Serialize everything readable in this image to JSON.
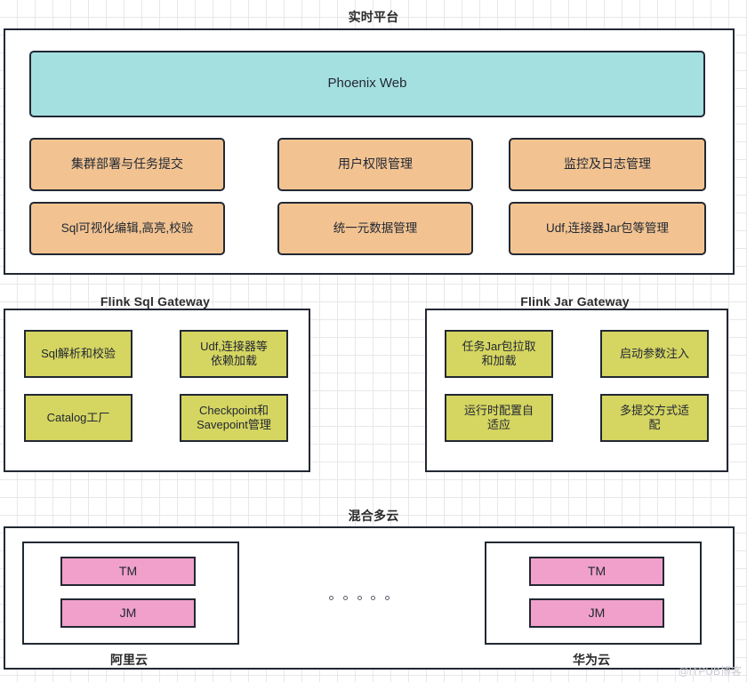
{
  "diagram": {
    "title": "实时平台",
    "watermark": "@ITPUB博客",
    "colors": {
      "stroke": "#222833",
      "web_fill": "#a5e0e0",
      "platform_fill": "#f2c391",
      "gateway_fill": "#d5d561",
      "node_fill": "#f0a0ca",
      "grid": "#e8e8e8",
      "background": "#ffffff"
    }
  },
  "platform": {
    "title": "实时平台",
    "web": {
      "label": "Phoenix Web"
    },
    "modules": [
      {
        "label": "集群部署与任务提交"
      },
      {
        "label": "用户权限管理"
      },
      {
        "label": "监控及日志管理"
      },
      {
        "label": "Sql可视化编辑,高亮,校验"
      },
      {
        "label": "统一元数据管理"
      },
      {
        "label": "Udf,连接器Jar包等管理"
      }
    ]
  },
  "gateways": [
    {
      "title": "Flink Sql Gateway",
      "items": [
        {
          "label": "Sql解析和校验"
        },
        {
          "label": "Udf,连接器等\n依赖加载"
        },
        {
          "label": "Catalog工厂"
        },
        {
          "label": "Checkpoint和\nSavepoint管理"
        }
      ]
    },
    {
      "title": "Flink Jar Gateway",
      "items": [
        {
          "label": "任务Jar包拉取\n和加载"
        },
        {
          "label": "启动参数注入"
        },
        {
          "label": "运行时配置自\n适应"
        },
        {
          "label": "多提交方式适\n配"
        }
      ]
    }
  ],
  "multicloud": {
    "title": "混合多云",
    "clouds": [
      {
        "label": "阿里云",
        "nodes": [
          {
            "label": "TM"
          },
          {
            "label": "JM"
          }
        ]
      },
      {
        "label": "华为云",
        "nodes": [
          {
            "label": "TM"
          },
          {
            "label": "JM"
          }
        ]
      }
    ],
    "separator_dots": 5
  }
}
